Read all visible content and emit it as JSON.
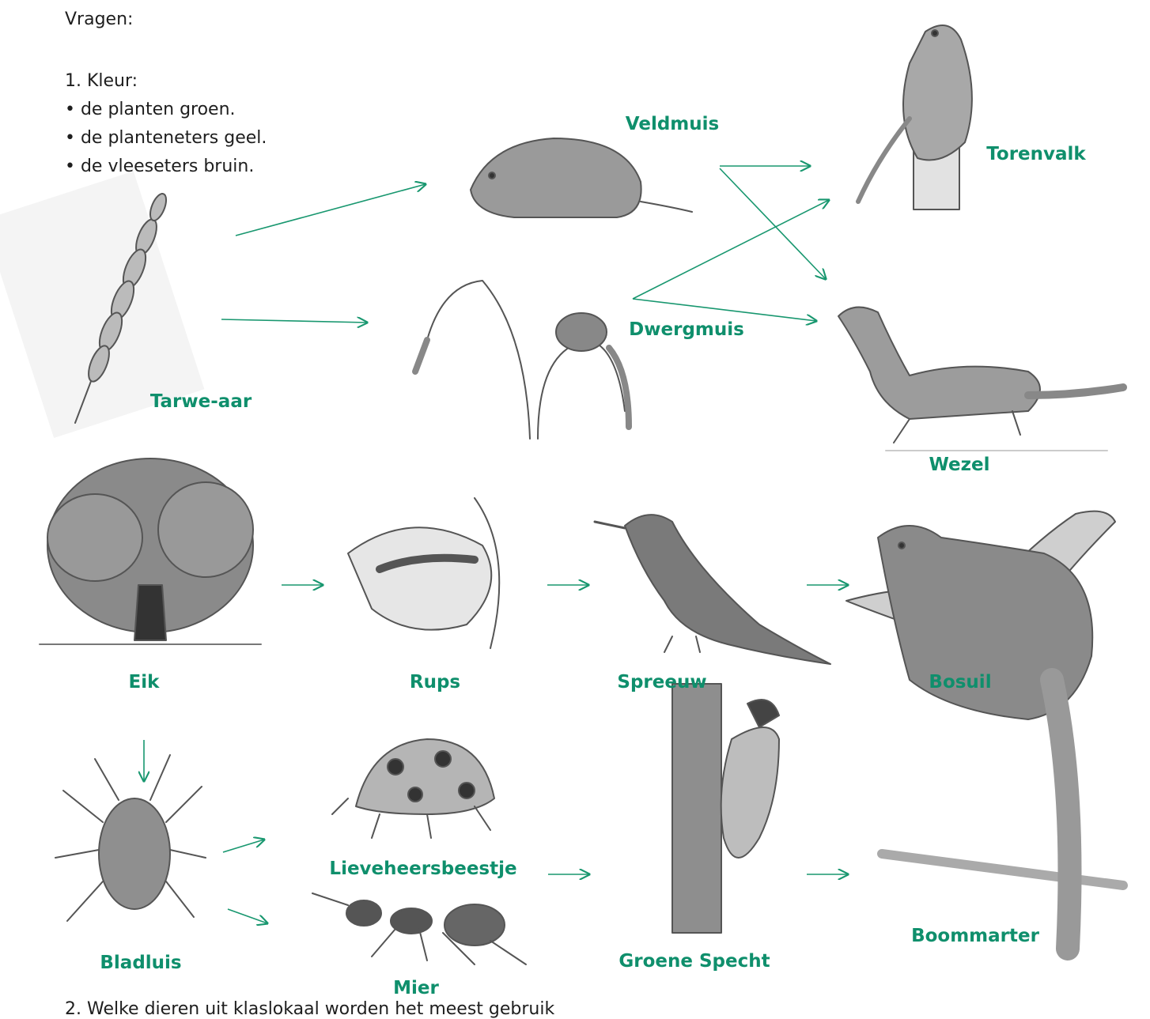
{
  "heading": "Vragen:",
  "question1": {
    "title": "1. Kleur:",
    "items": [
      "• de planten groen.",
      "• de planteneters geel.",
      "• de vleeseters bruin."
    ]
  },
  "question2_partial": "2. Welke dieren uit klaslokaal worden het meest gebruik",
  "labels": {
    "veldmuis": "Veldmuis",
    "torenvalk": "Torenvalk",
    "dwergmuis": "Dwergmuis",
    "tarwe_aar": "Tarwe-aar",
    "wezel": "Wezel",
    "eik": "Eik",
    "rups": "Rups",
    "spreeuw": "Spreeuw",
    "bosuil": "Bosuil",
    "lieveheersbeestje": "Lieveheersbeestje",
    "bladluis": "Bladluis",
    "mier": "Mier",
    "groene_specht": "Groene Specht",
    "boommarter": "Boommarter"
  },
  "colors": {
    "label_green": "#0f8f6c",
    "arrow_green": "#18976f",
    "text": "#1e1e1e",
    "sketch": "#555555"
  }
}
